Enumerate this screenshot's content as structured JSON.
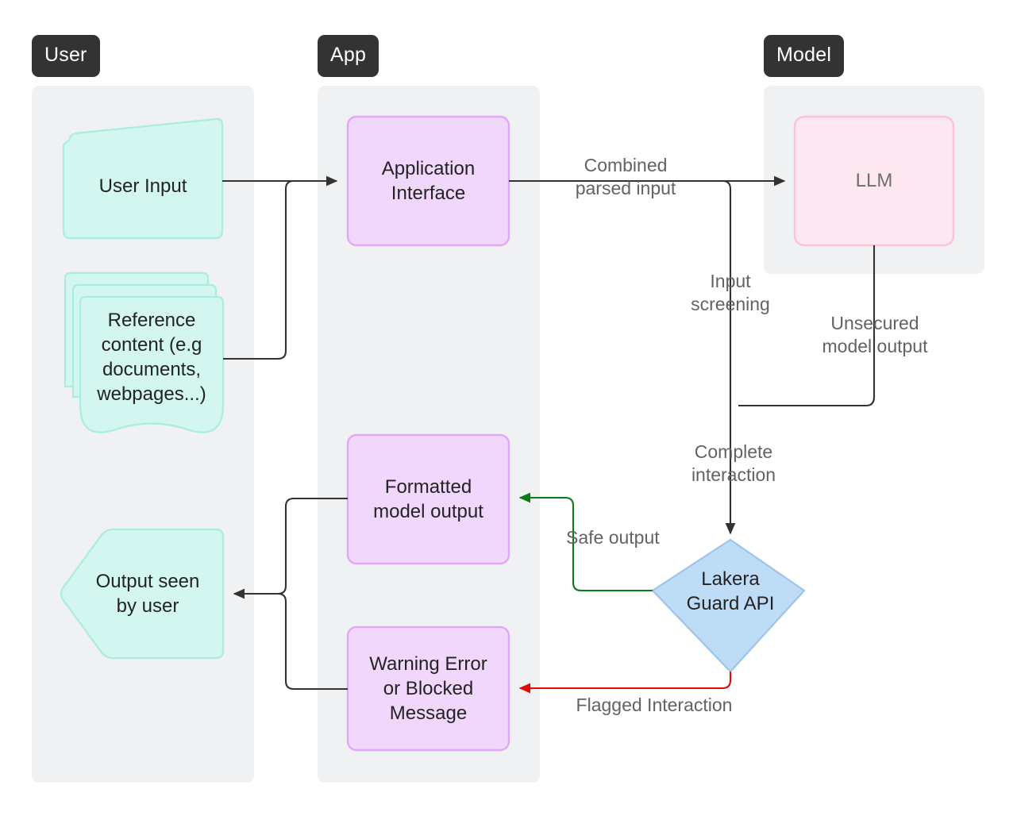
{
  "diagram": {
    "title": "LLM application security flow with Lakera Guard",
    "background": "#ffffff",
    "lane_bg": "#f0f1f2",
    "chip_bg": "#333333",
    "colors": {
      "teal_fill": "#d3f7f0",
      "teal_stroke": "#a9ece0",
      "purple_fill": "#f2d7fd",
      "purple_stroke": "#e2a7f6",
      "pink_fill": "#fde8f1",
      "pink_stroke": "#f9c3da",
      "blue_fill": "#bfdcf7",
      "blue_stroke": "#9cc4e9",
      "edge_default": "#333333",
      "edge_safe": "#0b7a18",
      "edge_flagged": "#e30a0a",
      "label_text": "#636363",
      "node_text": "#232323"
    }
  },
  "lanes": [
    {
      "id": "user",
      "chip_label": "User"
    },
    {
      "id": "app",
      "chip_label": "App"
    },
    {
      "id": "model",
      "chip_label": "Model"
    }
  ],
  "nodes": {
    "user_input": {
      "label": "User Input",
      "shape": "skewed-rect",
      "lane": "user"
    },
    "reference_content": {
      "label": "Reference\ncontent (e.g\ndocuments,\nwebpages...)",
      "shape": "multi-document",
      "lane": "user"
    },
    "output_seen": {
      "label": "Output seen\nby user",
      "shape": "hexagon",
      "lane": "user"
    },
    "application_interface": {
      "label": "Application\nInterface",
      "shape": "rounded-rect",
      "lane": "app"
    },
    "formatted_output": {
      "label": "Formatted\nmodel output",
      "shape": "rounded-rect",
      "lane": "app"
    },
    "warning_message": {
      "label": "Warning Error\nor Blocked\nMessage",
      "shape": "rounded-rect",
      "lane": "app"
    },
    "llm": {
      "label": "LLM",
      "shape": "rounded-rect",
      "lane": "model"
    },
    "lakera_guard": {
      "label": "Lakera\nGuard API",
      "shape": "diamond",
      "lane": "model"
    }
  },
  "edges": [
    {
      "id": "user-input-to-app",
      "label": "",
      "color": "#333333"
    },
    {
      "id": "reference-to-app",
      "label": "",
      "color": "#333333"
    },
    {
      "id": "app-to-llm",
      "label": "Combined\nparsed input",
      "color": "#333333"
    },
    {
      "id": "app-to-guard",
      "label": "Input\nscreening",
      "color": "#333333"
    },
    {
      "id": "llm-to-guard",
      "label": "Unsecured\nmodel output",
      "color": "#333333"
    },
    {
      "id": "guard-input",
      "label": "Complete\ninteraction",
      "color": "#333333"
    },
    {
      "id": "guard-safe-to-formatted",
      "label": "Safe output",
      "color": "#0b7a18"
    },
    {
      "id": "guard-flagged-to-warning",
      "label": "Flagged Interaction",
      "color": "#e30a0a"
    },
    {
      "id": "formatted-to-output",
      "label": "",
      "color": "#333333"
    },
    {
      "id": "warning-to-output",
      "label": "",
      "color": "#333333"
    }
  ]
}
